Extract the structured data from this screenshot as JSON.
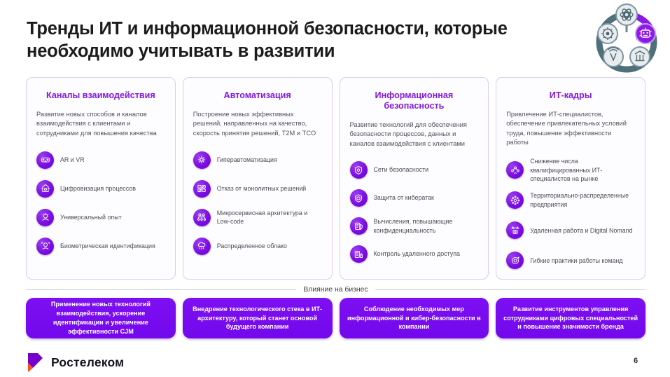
{
  "slide": {
    "title": "Тренды ИТ и информационной безопасности, которые необходимо учитывать в развитии",
    "page_number": "6",
    "impact_label": "Влияние на бизнес",
    "accent_color": "#8318e0",
    "impact_box_color": "#7a0ce0",
    "card_border_color": "#d9cdf2",
    "background_color": "#ffffff",
    "title_color": "#1c1c1c"
  },
  "decoration": {
    "name": "it-trends-ring-graphic",
    "ring_color": "#4f6f7b",
    "highlight_color": "#8a1ae8",
    "badges": [
      "atom-icon",
      "gear-network-icon",
      "robot-chip-icon",
      "antenna-signal-icon",
      "bank-building-icon"
    ]
  },
  "columns": [
    {
      "title": "Каналы взаимодействия",
      "description": "Развитие новых способов и каналов взаимодействия с клиентами и сотрудниками для повышения качества",
      "items": [
        {
          "label": "AR и VR",
          "icon": "vr-headset-icon"
        },
        {
          "label": "Цифровизация процессов",
          "icon": "digital-process-icon"
        },
        {
          "label": "Универсальный опыт",
          "icon": "universal-experience-icon"
        },
        {
          "label": "Биометрическая идентификация",
          "icon": "face-id-icon"
        }
      ],
      "impact": "Применение новых технологий взаимодействия, ускорение идентификации и увеличение эффективности CJM"
    },
    {
      "title": "Автоматизация",
      "description": "Построение новых эффективных решений, направленных на качество, скорость принятия решений, T2M и TCO",
      "items": [
        {
          "label": "Гиперавтоматизация",
          "icon": "hyperautomation-gear-icon"
        },
        {
          "label": "Отказ от монолитных решений",
          "icon": "monolith-refusal-icon"
        },
        {
          "label": "Микросервисная архитектура и Low-code",
          "icon": "microservices-icon"
        },
        {
          "label": "Распределенное облако",
          "icon": "distributed-cloud-icon"
        }
      ],
      "impact": "Внедрение технологического стека в ИТ-архитектуру, который станет основой будущего компании"
    },
    {
      "title": "Информационная безопасность",
      "description": "Развитие технологий для обеспечения безопасности процессов, данных и каналов взаимодействия с клиентами",
      "items": [
        {
          "label": "Сети безопасности",
          "icon": "security-mesh-icon"
        },
        {
          "label": "Защита от кибератак",
          "icon": "cyber-shield-icon"
        },
        {
          "label": "Вычисления, повышающие конфиденциальность",
          "icon": "privacy-computing-icon"
        },
        {
          "label": "Контроль удаленного доступа",
          "icon": "remote-access-control-icon"
        }
      ],
      "impact": "Соблюдение необходимых мер информационной и кибер-безопасности в компании"
    },
    {
      "title": "ИТ-кадры",
      "description": "Привлечение ИТ-специалистов, обеспечение привлекательных условий труда, повышение эффективности работы",
      "items": [
        {
          "label": "Снижение числа квалифицированных ИТ-специалистов на рынке",
          "icon": "talent-shortage-icon"
        },
        {
          "label": "Территориально-распределенные предприятия",
          "icon": "distributed-enterprise-icon"
        },
        {
          "label": "Удаленная работа и Digital Nomand",
          "icon": "remote-work-icon"
        },
        {
          "label": "Гибкие практики работы команд",
          "icon": "agile-practices-icon"
        }
      ],
      "impact": "Развитие инструментов управления сотрудниками цифровых специальностей и повышение значимости бренда"
    }
  ],
  "footer": {
    "brand": "Ростелеком",
    "logo_primary_color": "#7700cc",
    "logo_accent_color": "#ff4f12"
  }
}
